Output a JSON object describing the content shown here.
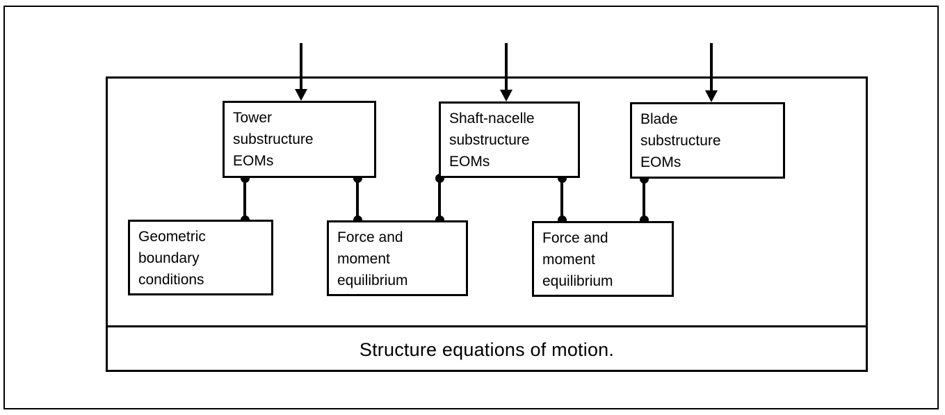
{
  "figure": {
    "caption": "Structure equations of motion."
  },
  "nodes": {
    "tower": {
      "name": "tower-substructure-eoms",
      "lines": [
        "Tower",
        "substructure",
        "EOMs"
      ]
    },
    "shaft_nacelle": {
      "name": "shaft-nacelle-substructure-eoms",
      "lines": [
        "Shaft-nacelle",
        "substructure",
        "EOMs"
      ]
    },
    "blade": {
      "name": "blade-substructure-eoms",
      "lines": [
        "Blade",
        "substructure",
        "EOMs"
      ]
    },
    "geometric_bc": {
      "name": "geometric-boundary-conditions",
      "lines": [
        "Geometric",
        "boundary",
        "conditions"
      ]
    },
    "force_moment_1": {
      "name": "force-and-moment-equilibrium-1",
      "lines": [
        "Force and",
        "moment",
        "equilibrium"
      ]
    },
    "force_moment_2": {
      "name": "force-and-moment-equilibrium-2",
      "lines": [
        "Force and",
        "moment",
        "equilibrium"
      ]
    }
  },
  "colors": {
    "ink": "#000000",
    "paper": "#ffffff"
  }
}
